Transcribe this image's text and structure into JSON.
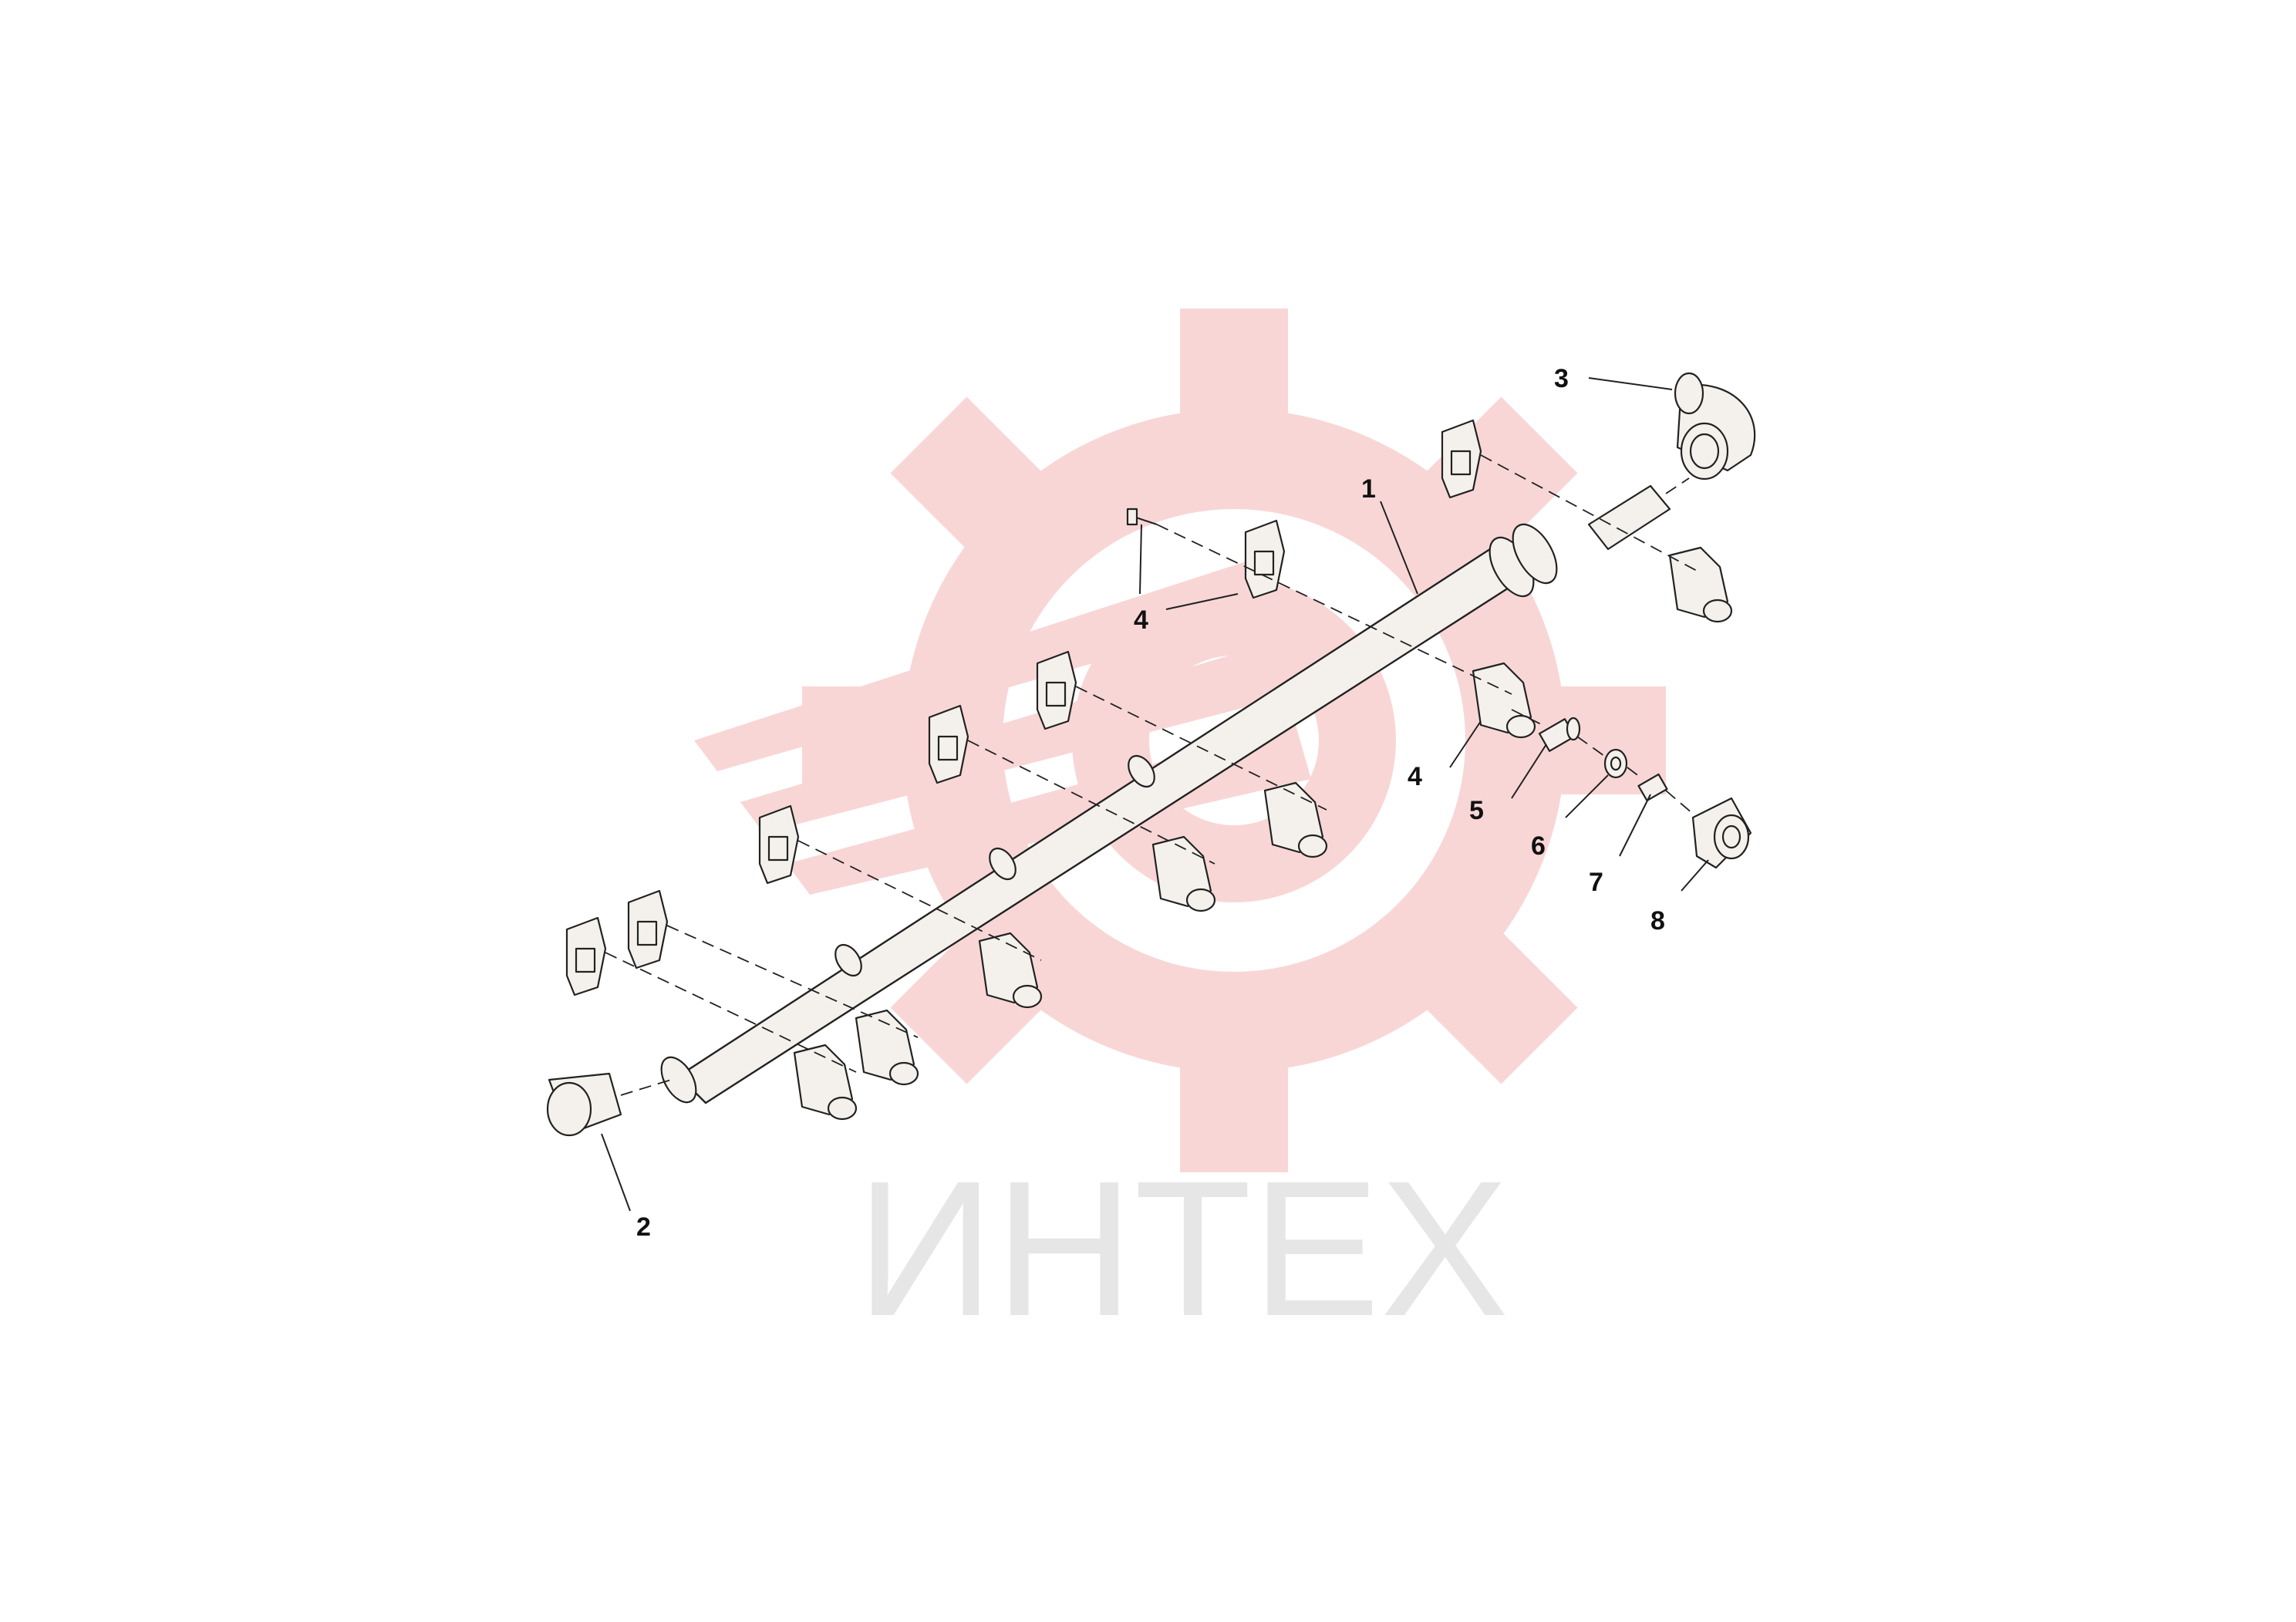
{
  "watermark": {
    "text": "ИНТЕХ",
    "logo_icon": "gear-logo-icon",
    "logo_color": "#f9d6d6",
    "text_color": "#e6e6e6"
  },
  "callouts": [
    {
      "id": "c1",
      "label": "1"
    },
    {
      "id": "c2",
      "label": "2"
    },
    {
      "id": "c3",
      "label": "3"
    },
    {
      "id": "c4a",
      "label": "4"
    },
    {
      "id": "c4b",
      "label": "4"
    },
    {
      "id": "c5",
      "label": "5"
    },
    {
      "id": "c6",
      "label": "6"
    },
    {
      "id": "c7",
      "label": "7"
    },
    {
      "id": "c8",
      "label": "8"
    }
  ]
}
